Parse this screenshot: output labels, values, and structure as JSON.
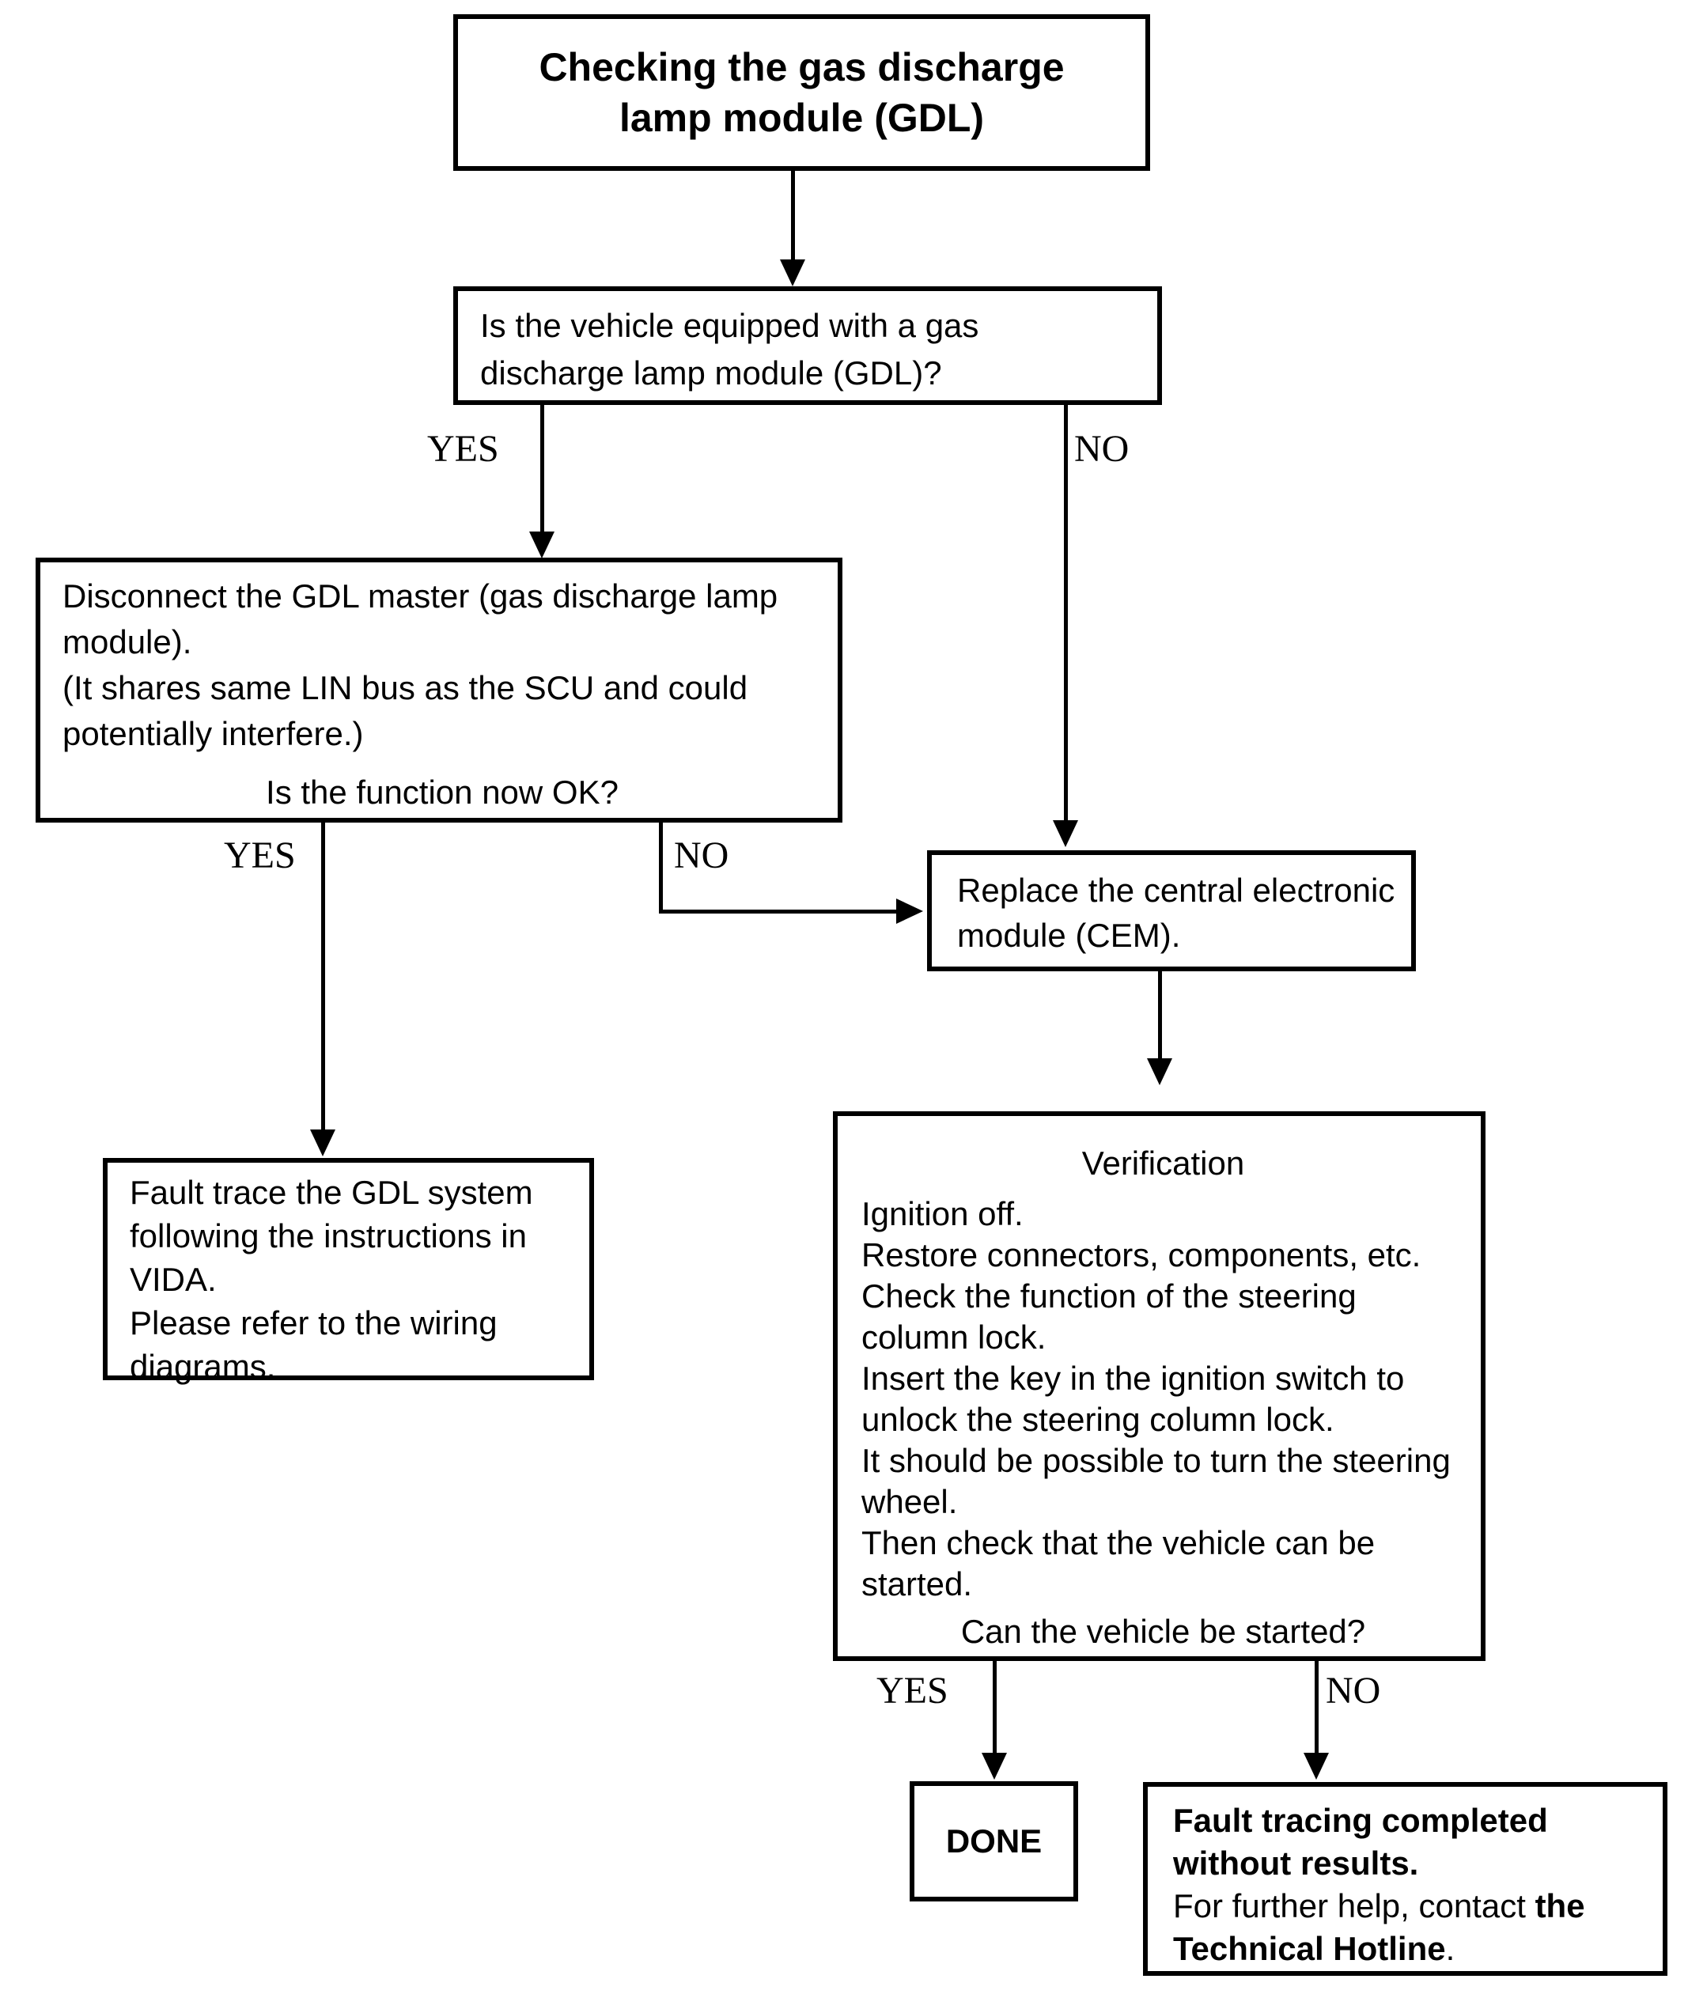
{
  "diagram": {
    "colors": {
      "line": "#000000",
      "background": "#ffffff"
    },
    "title_box": {
      "lines": [
        "Checking the gas discharge",
        "lamp module (GDL)"
      ]
    },
    "question_gdl_equipped": {
      "lines": [
        "Is the vehicle equipped with a gas",
        "discharge lamp module (GDL)?"
      ]
    },
    "disconnect_gdl_master": {
      "lines": [
        "Disconnect the GDL master (gas discharge lamp",
        "module).",
        "(It shares same LIN bus as the SCU and could",
        "potentially interfere.)"
      ],
      "question": "Is the function now OK?"
    },
    "fault_trace_gdl": {
      "lines": [
        "Fault trace the GDL system",
        "following the instructions in",
        "VIDA.",
        "Please refer to the wiring",
        "diagrams."
      ]
    },
    "replace_cem": {
      "lines": [
        "Replace the central electronic",
        "module (CEM)."
      ]
    },
    "verification": {
      "title": "Verification",
      "lines": [
        "Ignition off.",
        "Restore connectors, components, etc.",
        "Check the function of the steering",
        "column lock.",
        "Insert the key in the ignition switch to",
        "unlock the steering column lock.",
        "It should be possible to turn the steering",
        "wheel.",
        "Then check that the vehicle can be",
        "started."
      ],
      "question": "Can the vehicle be started?"
    },
    "done": {
      "label": "DONE"
    },
    "fault_completed": {
      "bold_l1": "Fault tracing completed",
      "bold_l2": "without results.",
      "l3_regular": "For further help, contact ",
      "l3_bold": "the",
      "l4_bold": "Technical Hotline",
      "l4_regular": "."
    },
    "edge_labels": {
      "q1_yes": "YES",
      "q1_no": "NO",
      "disconnect_yes": "YES",
      "disconnect_no": "NO",
      "verification_yes": "YES",
      "verification_no": "NO"
    }
  }
}
